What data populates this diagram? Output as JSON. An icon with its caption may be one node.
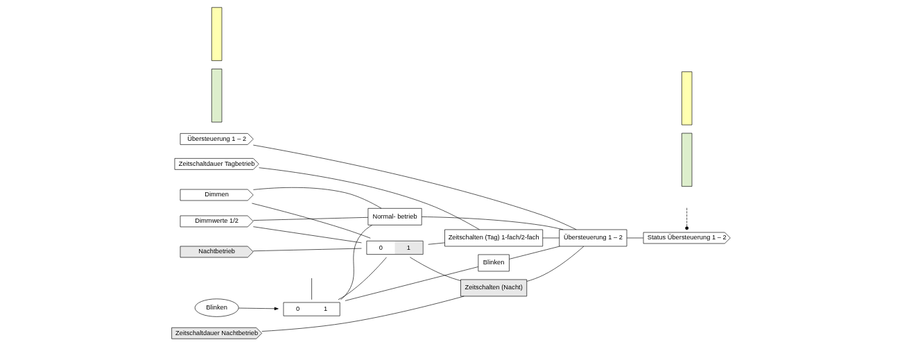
{
  "diagram": {
    "nodes": [
      {
        "text": [
          "Dimmen"
        ]
      },
      {
        "text": [
          "Dimmwerte 1/2"
        ]
      },
      {
        "text": [
          "Nachtbetrieb"
        ]
      },
      {
        "text": [
          "Zeitschaltdauer Tagbetrieb"
        ]
      },
      {
        "text": [
          "Zeitschaltdauer Nachtbetrieb"
        ]
      },
      {
        "text": [
          "Übersteuerung 1 – 2"
        ]
      },
      {
        "text": [
          "Blinken"
        ]
      },
      {
        "text": [
          "0",
          "1"
        ]
      },
      {
        "text": [
          "0",
          "1"
        ]
      },
      {
        "text": [
          "Zeitschalten (Tag) 1-fach/2-fach"
        ]
      },
      {
        "text": [
          "Zeitschalten (Nacht)"
        ]
      },
      {
        "text": [
          "Normal- betrieb"
        ]
      },
      {
        "text": [
          "Blinken"
        ]
      },
      {
        "text": [
          "Übersteuerung 1 – 2"
        ]
      },
      {
        "text": [
          "Status Übersteuerung 1 – 2"
        ]
      },
      {
        "text": [],
        "shape": "bar"
      },
      {
        "text": [],
        "shape": "bar"
      },
      {
        "text": [],
        "shape": "bar"
      },
      {
        "text": [],
        "shape": "bar"
      }
    ],
    "edges": [
      {
        "from": null,
        "to": 7,
        "arrow": "none"
      },
      {
        "from": 6,
        "to": 7,
        "arrow": "to"
      },
      {
        "from": 0,
        "to": 8,
        "arrow": "none"
      },
      {
        "from": 1,
        "to": 8,
        "arrow": "none"
      },
      {
        "from": 7,
        "to": 8,
        "arrow": "none"
      },
      {
        "from": 0,
        "to": 11,
        "arrow": "none"
      },
      {
        "from": 1,
        "to": 11,
        "arrow": "none"
      },
      {
        "from": 7,
        "to": 11,
        "arrow": "none"
      },
      {
        "from": 7,
        "to": 12,
        "arrow": "none"
      },
      {
        "from": 2,
        "to": 8,
        "arrow": "none"
      },
      {
        "from": 8,
        "to": 9,
        "arrow": "none"
      },
      {
        "from": 8,
        "to": 10,
        "arrow": "none"
      },
      {
        "from": 3,
        "to": 9,
        "arrow": "none"
      },
      {
        "from": 4,
        "to": 10,
        "arrow": "none"
      },
      {
        "from": 9,
        "to": 13,
        "arrow": "none"
      },
      {
        "from": 10,
        "to": 13,
        "arrow": "none"
      },
      {
        "from": 11,
        "to": 13,
        "arrow": "none"
      },
      {
        "from": 12,
        "to": 13,
        "arrow": "none"
      },
      {
        "from": 5,
        "to": 13,
        "arrow": "none"
      },
      {
        "from": 13,
        "to": 14,
        "arrow": "none"
      },
      {
        "from": null,
        "to": 14,
        "arrow": "other",
        "style": "dashed"
      }
    ]
  }
}
